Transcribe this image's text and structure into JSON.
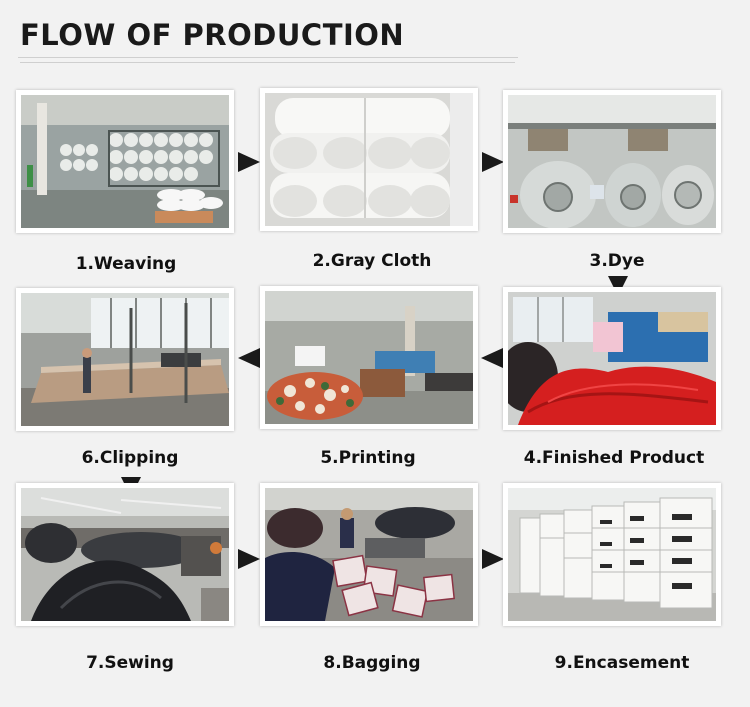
{
  "title": "FLOW OF PRODUCTION",
  "steps": [
    {
      "label": "1.Weaving"
    },
    {
      "label": "2.Gray Cloth"
    },
    {
      "label": "3.Dye"
    },
    {
      "label": "4.Finished Product"
    },
    {
      "label": "5.Printing"
    },
    {
      "label": "6.Clipping"
    },
    {
      "label": "7.Sewing"
    },
    {
      "label": "8.Bagging"
    },
    {
      "label": "9.Encasement"
    }
  ],
  "colors": {
    "arrow": "#1a1a1a",
    "accent_red": "#d41e1e"
  }
}
